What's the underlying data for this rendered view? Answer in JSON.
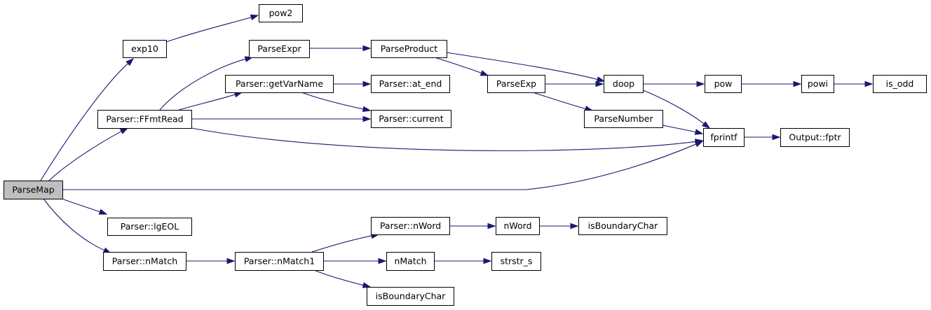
{
  "colors": {
    "edge": "#191970",
    "node_fill": "#ffffff",
    "root_fill": "#bfbfbf",
    "node_border": "#000000"
  },
  "nodes": [
    {
      "id": "ParseMap",
      "label": "ParseMap",
      "root": true
    },
    {
      "id": "exp10",
      "label": "exp10"
    },
    {
      "id": "pow2",
      "label": "pow2"
    },
    {
      "id": "FFmtRead",
      "label": "Parser::FFmtRead"
    },
    {
      "id": "ParseExpr",
      "label": "ParseExpr"
    },
    {
      "id": "ParseProduct",
      "label": "ParseProduct"
    },
    {
      "id": "getVarName",
      "label": "Parser::getVarName"
    },
    {
      "id": "at_end",
      "label": "Parser::at_end"
    },
    {
      "id": "current",
      "label": "Parser::current"
    },
    {
      "id": "ParseExp",
      "label": "ParseExp"
    },
    {
      "id": "doop",
      "label": "doop"
    },
    {
      "id": "ParseNumber",
      "label": "ParseNumber"
    },
    {
      "id": "pow",
      "label": "pow"
    },
    {
      "id": "powi",
      "label": "powi"
    },
    {
      "id": "is_odd",
      "label": "is_odd"
    },
    {
      "id": "fprintf",
      "label": "fprintf"
    },
    {
      "id": "fptr",
      "label": "Output::fptr"
    },
    {
      "id": "lgEOL",
      "label": "Parser::lgEOL"
    },
    {
      "id": "nMatch",
      "label": "Parser::nMatch"
    },
    {
      "id": "nMatch1",
      "label": "Parser::nMatch1"
    },
    {
      "id": "pnWord",
      "label": "Parser::nWord"
    },
    {
      "id": "nWord",
      "label": "nWord"
    },
    {
      "id": "isBoundaryChar1",
      "label": "isBoundaryChar"
    },
    {
      "id": "cnMatch",
      "label": "nMatch"
    },
    {
      "id": "strstr_s",
      "label": "strstr_s"
    },
    {
      "id": "isBoundaryChar2",
      "label": "isBoundaryChar"
    }
  ],
  "edges": [
    {
      "from": "ParseMap",
      "to": "exp10"
    },
    {
      "from": "ParseMap",
      "to": "FFmtRead"
    },
    {
      "from": "ParseMap",
      "to": "fprintf"
    },
    {
      "from": "ParseMap",
      "to": "lgEOL"
    },
    {
      "from": "ParseMap",
      "to": "nMatch"
    },
    {
      "from": "exp10",
      "to": "pow2"
    },
    {
      "from": "FFmtRead",
      "to": "ParseExpr"
    },
    {
      "from": "FFmtRead",
      "to": "getVarName"
    },
    {
      "from": "FFmtRead",
      "to": "current"
    },
    {
      "from": "FFmtRead",
      "to": "fprintf"
    },
    {
      "from": "ParseExpr",
      "to": "ParseProduct"
    },
    {
      "from": "ParseProduct",
      "to": "ParseExp"
    },
    {
      "from": "ParseProduct",
      "to": "doop"
    },
    {
      "from": "getVarName",
      "to": "at_end"
    },
    {
      "from": "getVarName",
      "to": "current"
    },
    {
      "from": "ParseExp",
      "to": "doop"
    },
    {
      "from": "ParseExp",
      "to": "ParseNumber"
    },
    {
      "from": "doop",
      "to": "pow"
    },
    {
      "from": "doop",
      "to": "fprintf"
    },
    {
      "from": "ParseNumber",
      "to": "fprintf"
    },
    {
      "from": "pow",
      "to": "powi"
    },
    {
      "from": "powi",
      "to": "is_odd"
    },
    {
      "from": "fprintf",
      "to": "fptr"
    },
    {
      "from": "nMatch",
      "to": "nMatch1"
    },
    {
      "from": "nMatch1",
      "to": "pnWord"
    },
    {
      "from": "nMatch1",
      "to": "cnMatch"
    },
    {
      "from": "nMatch1",
      "to": "isBoundaryChar2"
    },
    {
      "from": "pnWord",
      "to": "nWord"
    },
    {
      "from": "nWord",
      "to": "isBoundaryChar1"
    },
    {
      "from": "cnMatch",
      "to": "strstr_s"
    }
  ]
}
